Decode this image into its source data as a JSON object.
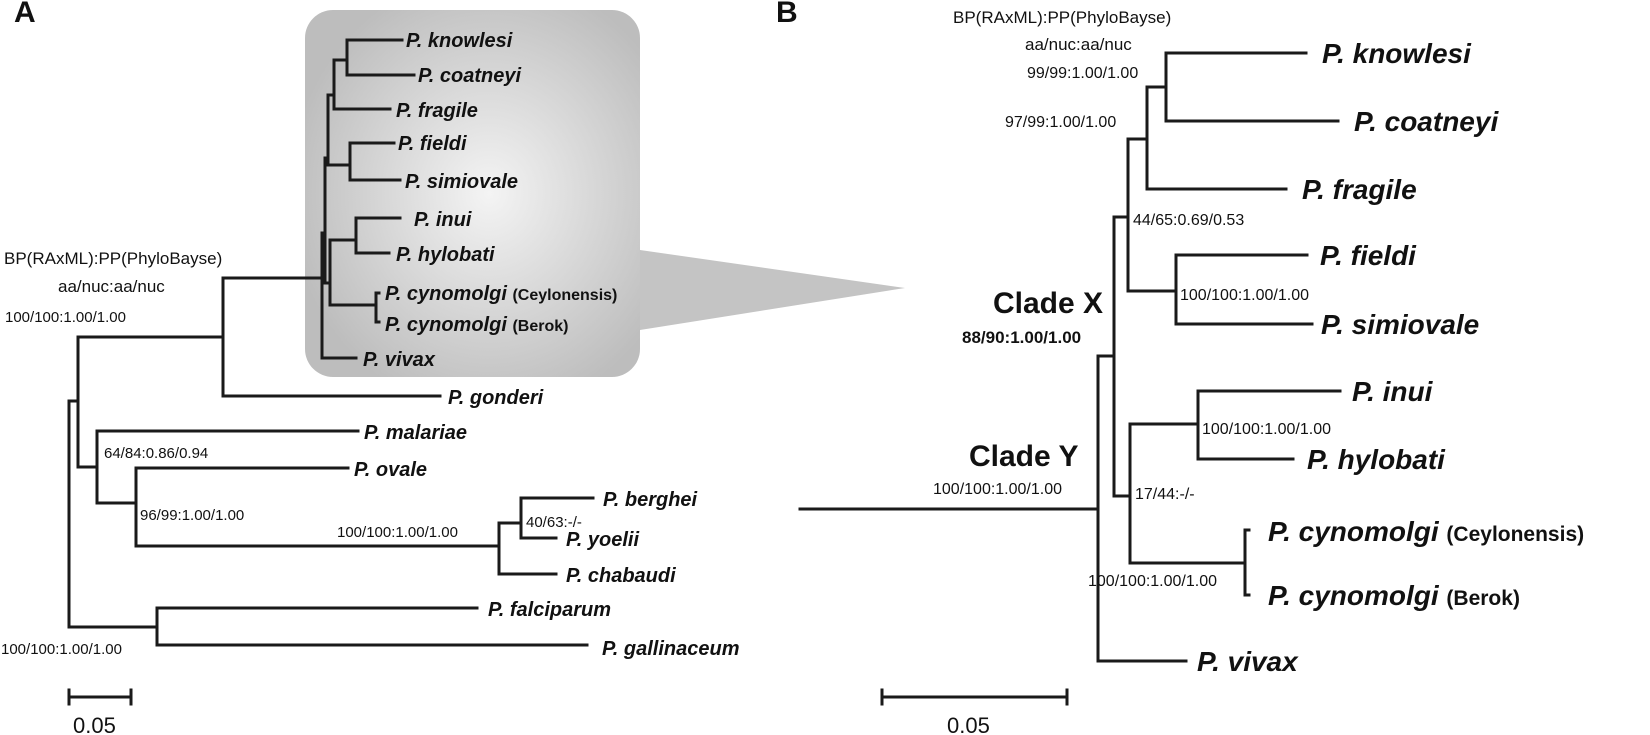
{
  "panel_a": {
    "label": "A",
    "header_line1": "BP(RAxML):PP(PhyloBayse)",
    "header_line2": "aa/nuc:aa/nuc",
    "scale_label": "0.05",
    "taxa": {
      "knowlesi": "P. knowlesi",
      "coatneyi": "P. coatneyi",
      "fragile": "P. fragile",
      "fieldi": "P. fieldi",
      "simiovale": "P. simiovale",
      "inui": "P. inui",
      "hylobati": "P. hylobati",
      "cynomolgi": "P. cynomolgi",
      "vivax": "P. vivax",
      "gonderi": "P. gonderi",
      "malariae": "P. malariae",
      "ovale": "P. ovale",
      "berghei": "P. berghei",
      "yoelii": "P. yoelii",
      "chabaudi": "P. chabaudi",
      "falciparum": "P. falciparum",
      "gallinaceum": "P. gallinaceum"
    },
    "strains": {
      "ceylonensis": "(Ceylonensis)",
      "berok": "(Berok)"
    },
    "support": {
      "primate_clade": "100/100:1.00/1.00",
      "malariae_ovale": "64/84:0.86/0.94",
      "ovale_rodent": "96/99:1.00/1.00",
      "rodent": "100/100:1.00/1.00",
      "berghei_yoelii": "40/63:-/-",
      "root": "100/100:1.00/1.00"
    }
  },
  "panel_b": {
    "label": "B",
    "header_line1": "BP(RAxML):PP(PhyloBayse)",
    "header_line2": "aa/nuc:aa/nuc",
    "scale_label": "0.05",
    "clade_x": {
      "name": "Clade X",
      "support": "88/90:1.00/1.00"
    },
    "clade_y": {
      "name": "Clade Y",
      "support": "100/100:1.00/1.00"
    },
    "support": {
      "knowlesi_coatneyi": "99/99:1.00/1.00",
      "kc_fragile": "97/99:1.00/1.00",
      "kcf_fs": "44/65:0.69/0.53",
      "fieldi_simiovale": "100/100:1.00/1.00",
      "inui_hylobati": "100/100:1.00/1.00",
      "ih_cynomolgi": "17/44:-/-",
      "cynomolgi_strains": "100/100:1.00/1.00"
    }
  },
  "colors": {
    "branch": "#1a1a1a",
    "highlight_box": "#c8c8c8",
    "highlight_center": "#f4f4f4"
  }
}
